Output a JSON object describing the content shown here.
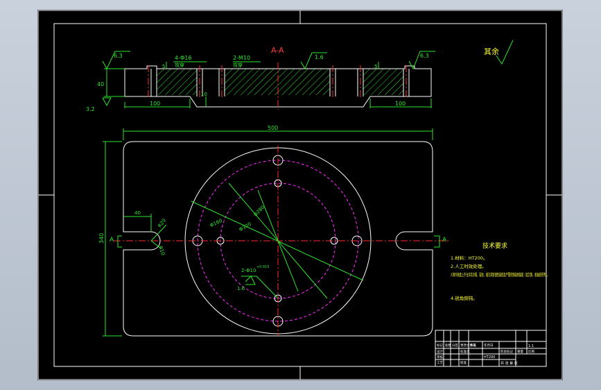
{
  "section_title": "A-A",
  "roughness_general": "其余",
  "roughness": {
    "r1": "6.3",
    "r2": "3.2",
    "r3": "1.6",
    "r4": "6.3"
  },
  "section_dims": {
    "holes_4": "4-Φ16",
    "holes_2": "2-M10",
    "thread_note_left": "攻穿",
    "thread_note_right": "攻穿",
    "depth_left": "5",
    "depth_right": "5",
    "height": "40",
    "step": "10",
    "width_left": "100",
    "width_right": "100"
  },
  "plan_dims": {
    "overall_width": "500",
    "overall_height": "340",
    "slot_offset": "40",
    "slot_r1": "R10",
    "slot_r2": "R20",
    "circle_d1": "Φ280",
    "circle_d2": "Φ320",
    "circle_d3": "Φ160",
    "pin_holes": "2-Φ10",
    "pin_tol": "+0.015",
    "pin_rough": "1.6",
    "section_mark_left": "A",
    "section_mark_right": "A"
  },
  "tech": {
    "title": "技术要求",
    "items": [
      "1.材料：HT200。",
      "2.人工时效处理。",
      "3.铸件表面上不允许有冷隔、裂纹、缩孔和穿透性缺陷及严重的残缺类缺陷（如欠铸、机械损伤等）。",
      "4.锐角倒钝。"
    ]
  },
  "title_block": {
    "scale": "1:1",
    "sheet_info": "共 张 第 张",
    "material": "HT200",
    "labels": [
      "标记",
      "处数",
      "分区",
      "更改文件号",
      "签名",
      "年月日",
      "设计",
      "标准化",
      "阶段标记",
      "重量",
      "比例",
      "审核",
      "工艺",
      "批准"
    ]
  }
}
